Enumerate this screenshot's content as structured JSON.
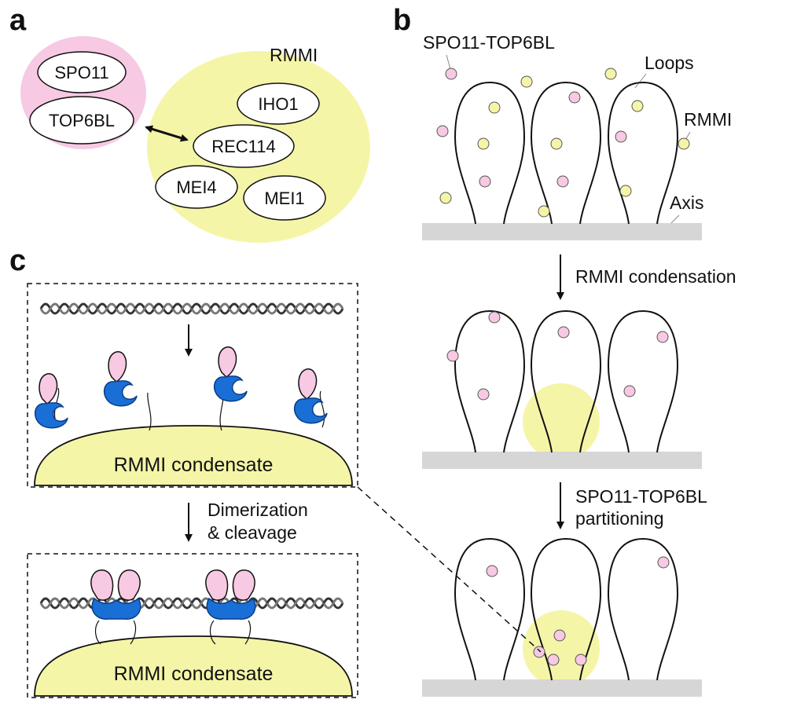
{
  "panels": {
    "a": "a",
    "b": "b",
    "c": "c"
  },
  "panel_a": {
    "complex_label": "RMMI",
    "proteins": [
      "SPO11",
      "TOP6BL",
      "IHO1",
      "REC114",
      "MEI4",
      "MEI1"
    ]
  },
  "panel_b": {
    "top_labels": {
      "spo11_top6bl": "SPO11-TOP6BL",
      "loops": "Loops",
      "rmmi": "RMMI",
      "axis": "Axis"
    },
    "step1": "RMMI condensation",
    "step2_line1": "SPO11-TOP6BL",
    "step2_line2": "partitioning"
  },
  "panel_c": {
    "condensate_top": "RMMI condensate",
    "step_line1": "Dimerization",
    "step_line2": "& cleavage",
    "condensate_bottom": "RMMI condensate"
  },
  "colors": {
    "pink": "#f7c9e3",
    "yellow": "#f5f5a8",
    "blue": "#1a6fd6",
    "axis_gray": "#d6d6d6"
  }
}
